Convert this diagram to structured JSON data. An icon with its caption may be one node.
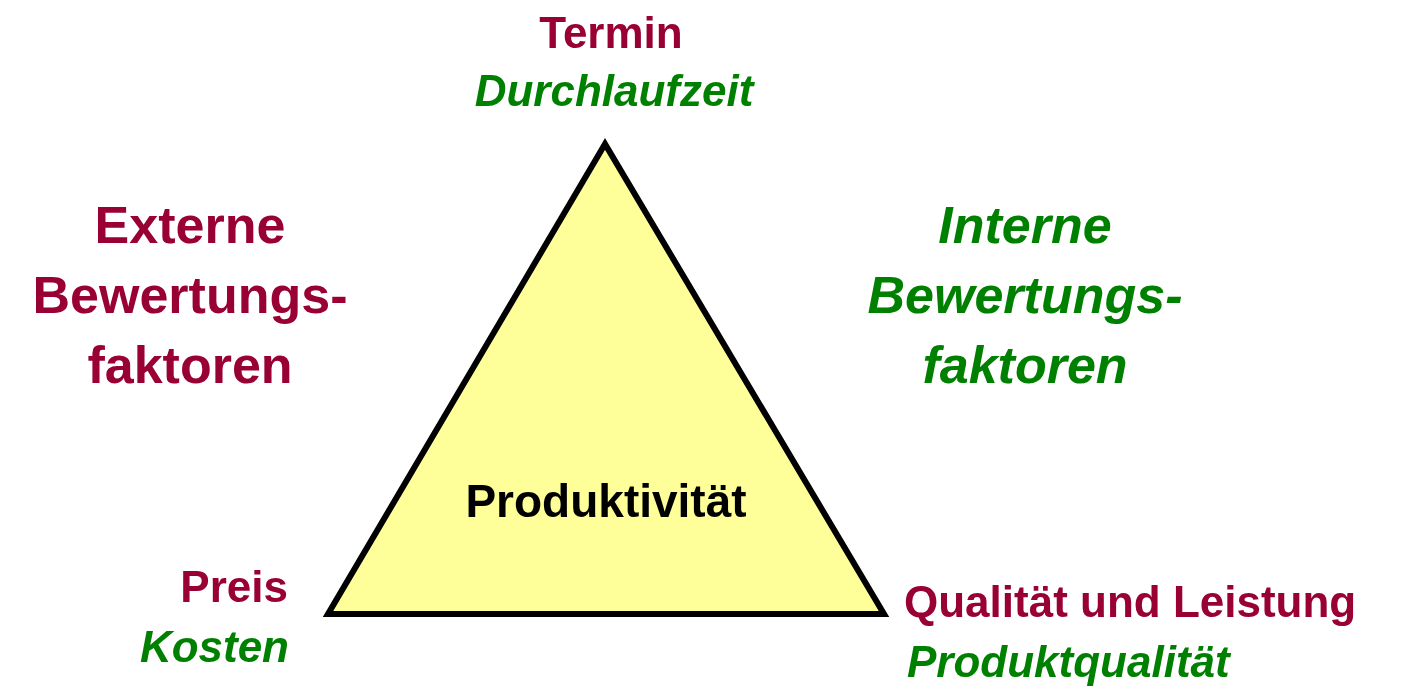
{
  "diagram": {
    "nodes": [
      {
        "text": [
          "Produktivität"
        ]
      }
    ],
    "labels": [
      "Termin",
      "Durchlaufzeit",
      "Externe Bewertungs-faktoren",
      "Interne Bewertungs-faktoren",
      "Preis",
      "Kosten",
      "Qualität und Leistung",
      "Produktqualität"
    ]
  }
}
